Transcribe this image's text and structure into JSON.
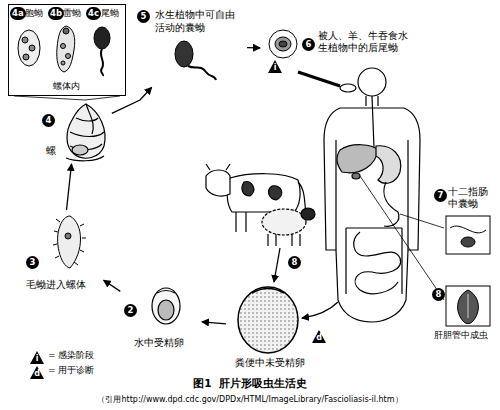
{
  "diagram": {
    "caption": "图1  肝片形吸虫生活史",
    "nodes": [
      {
        "text": [
          "螺体内"
        ]
      },
      {
        "text": [
          "4a",
          "胞蚴"
        ],
        "in": 0
      },
      {
        "text": [
          "4b",
          "雷蚴"
        ],
        "in": 0
      },
      {
        "text": [
          "4c",
          "尾蚴"
        ],
        "in": 0
      },
      {
        "text": [
          "5",
          "水生植物中可自由活动的囊蚴"
        ]
      },
      {
        "text": [
          "6",
          "被人、羊、牛吞食水生植物中的后尾蚴"
        ]
      },
      {
        "text": [
          "7",
          "十二指肠中囊蚴"
        ]
      },
      {
        "text": [
          "8",
          "肝胆管中成虫"
        ]
      },
      {
        "text": [
          "粪便中未受精卵"
        ]
      },
      {
        "text": [
          "2",
          "水中受精卵"
        ]
      },
      {
        "text": [
          "3",
          "毛蚴进入螺体"
        ]
      },
      {
        "text": [
          "4",
          "螺"
        ]
      }
    ],
    "edges": [
      {
        "from": 0,
        "to": 11,
        "arrow": "none"
      },
      {
        "from": 8,
        "to": 9,
        "arrow": "to"
      },
      {
        "from": 9,
        "to": 10,
        "arrow": "to"
      },
      {
        "from": 10,
        "to": 11,
        "arrow": "to"
      },
      {
        "from": 11,
        "to": 4,
        "arrow": "to"
      },
      {
        "from": 4,
        "to": 5,
        "arrow": "to"
      }
    ],
    "labels": [
      "i",
      "8",
      "d",
      "i",
      "d",
      "（引用http://www.dpd.cdc.gov/DPDx/HTML/ImageLibrary/Fascioliasis-il.htm）"
    ],
    "legend": [
      {
        "text": "= 感染阶段"
      },
      {
        "text": "= 用于诊断"
      }
    ]
  }
}
